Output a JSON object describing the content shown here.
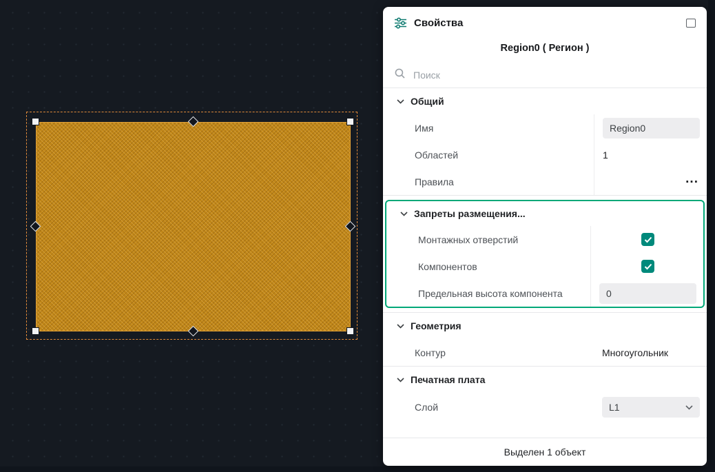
{
  "colors": {
    "accent_green": "#00A878",
    "checkbox_teal": "#00897B",
    "region_fill": "#C08618",
    "selection_orange": "#E08A3A",
    "canvas_bg": "#151A21"
  },
  "panel": {
    "title": "Свойства",
    "object_title": "Region0 ( Регион )",
    "search": {
      "placeholder": "Поиск"
    },
    "sections": [
      {
        "title": "Общий",
        "rows": [
          {
            "label": "Имя",
            "value": "Region0",
            "type": "input"
          },
          {
            "label": "Областей",
            "value": "1",
            "type": "text"
          },
          {
            "label": "Правила",
            "value": "...",
            "type": "ellipsis"
          }
        ]
      },
      {
        "title": "Запреты размещения...",
        "rows": [
          {
            "label": "Монтажных отверстий",
            "checked": true,
            "type": "checkbox"
          },
          {
            "label": "Компонентов",
            "checked": true,
            "type": "checkbox"
          },
          {
            "label": "Предельная высота компонента",
            "value": "0",
            "type": "input"
          }
        ]
      },
      {
        "title": "Геометрия",
        "rows": [
          {
            "label": "Контур",
            "value": "Многоугольник",
            "type": "text"
          }
        ]
      },
      {
        "title": "Печатная плата",
        "rows": [
          {
            "label": "Слой",
            "value": "L1",
            "type": "select"
          }
        ]
      }
    ],
    "footer": "Выделен 1 объект"
  }
}
